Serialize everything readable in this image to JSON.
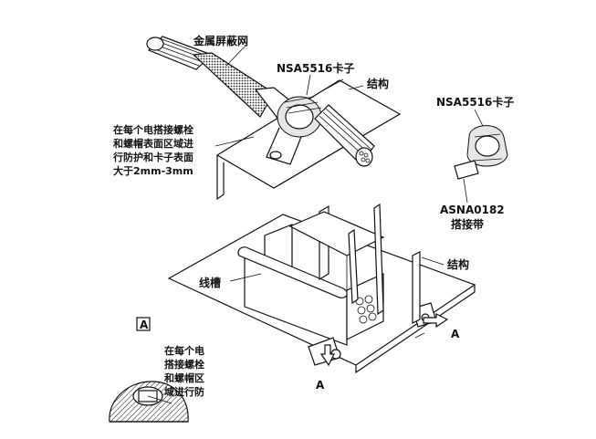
{
  "labels": {
    "metal_shield": "金属屏蔽网",
    "clamp_top": "NSA5516卡子",
    "structure_top": "结构",
    "clamp_right": "NSA5516卡子",
    "bonding_strap_part": "ASNA0182",
    "bonding_strap_name": "搭接带",
    "note_line1": "在每个电搭接螺栓",
    "note_line2": "和螺帽表面区域进",
    "note_line3": "行防护和卡子表面",
    "note_line4": "大于2mm-3mm",
    "trough": "线槽",
    "structure_mid": "结构",
    "view_a_right": "A",
    "view_a_bottom": "A",
    "detail_box": "A",
    "detail_line1": "在每个电",
    "detail_line2": "搭接螺栓",
    "detail_line3": "和螺帽区",
    "detail_line4": "域进行防"
  },
  "icons": {
    "arrow_right": "view-arrow-icon",
    "arrow_bottom": "view-arrow-icon"
  }
}
